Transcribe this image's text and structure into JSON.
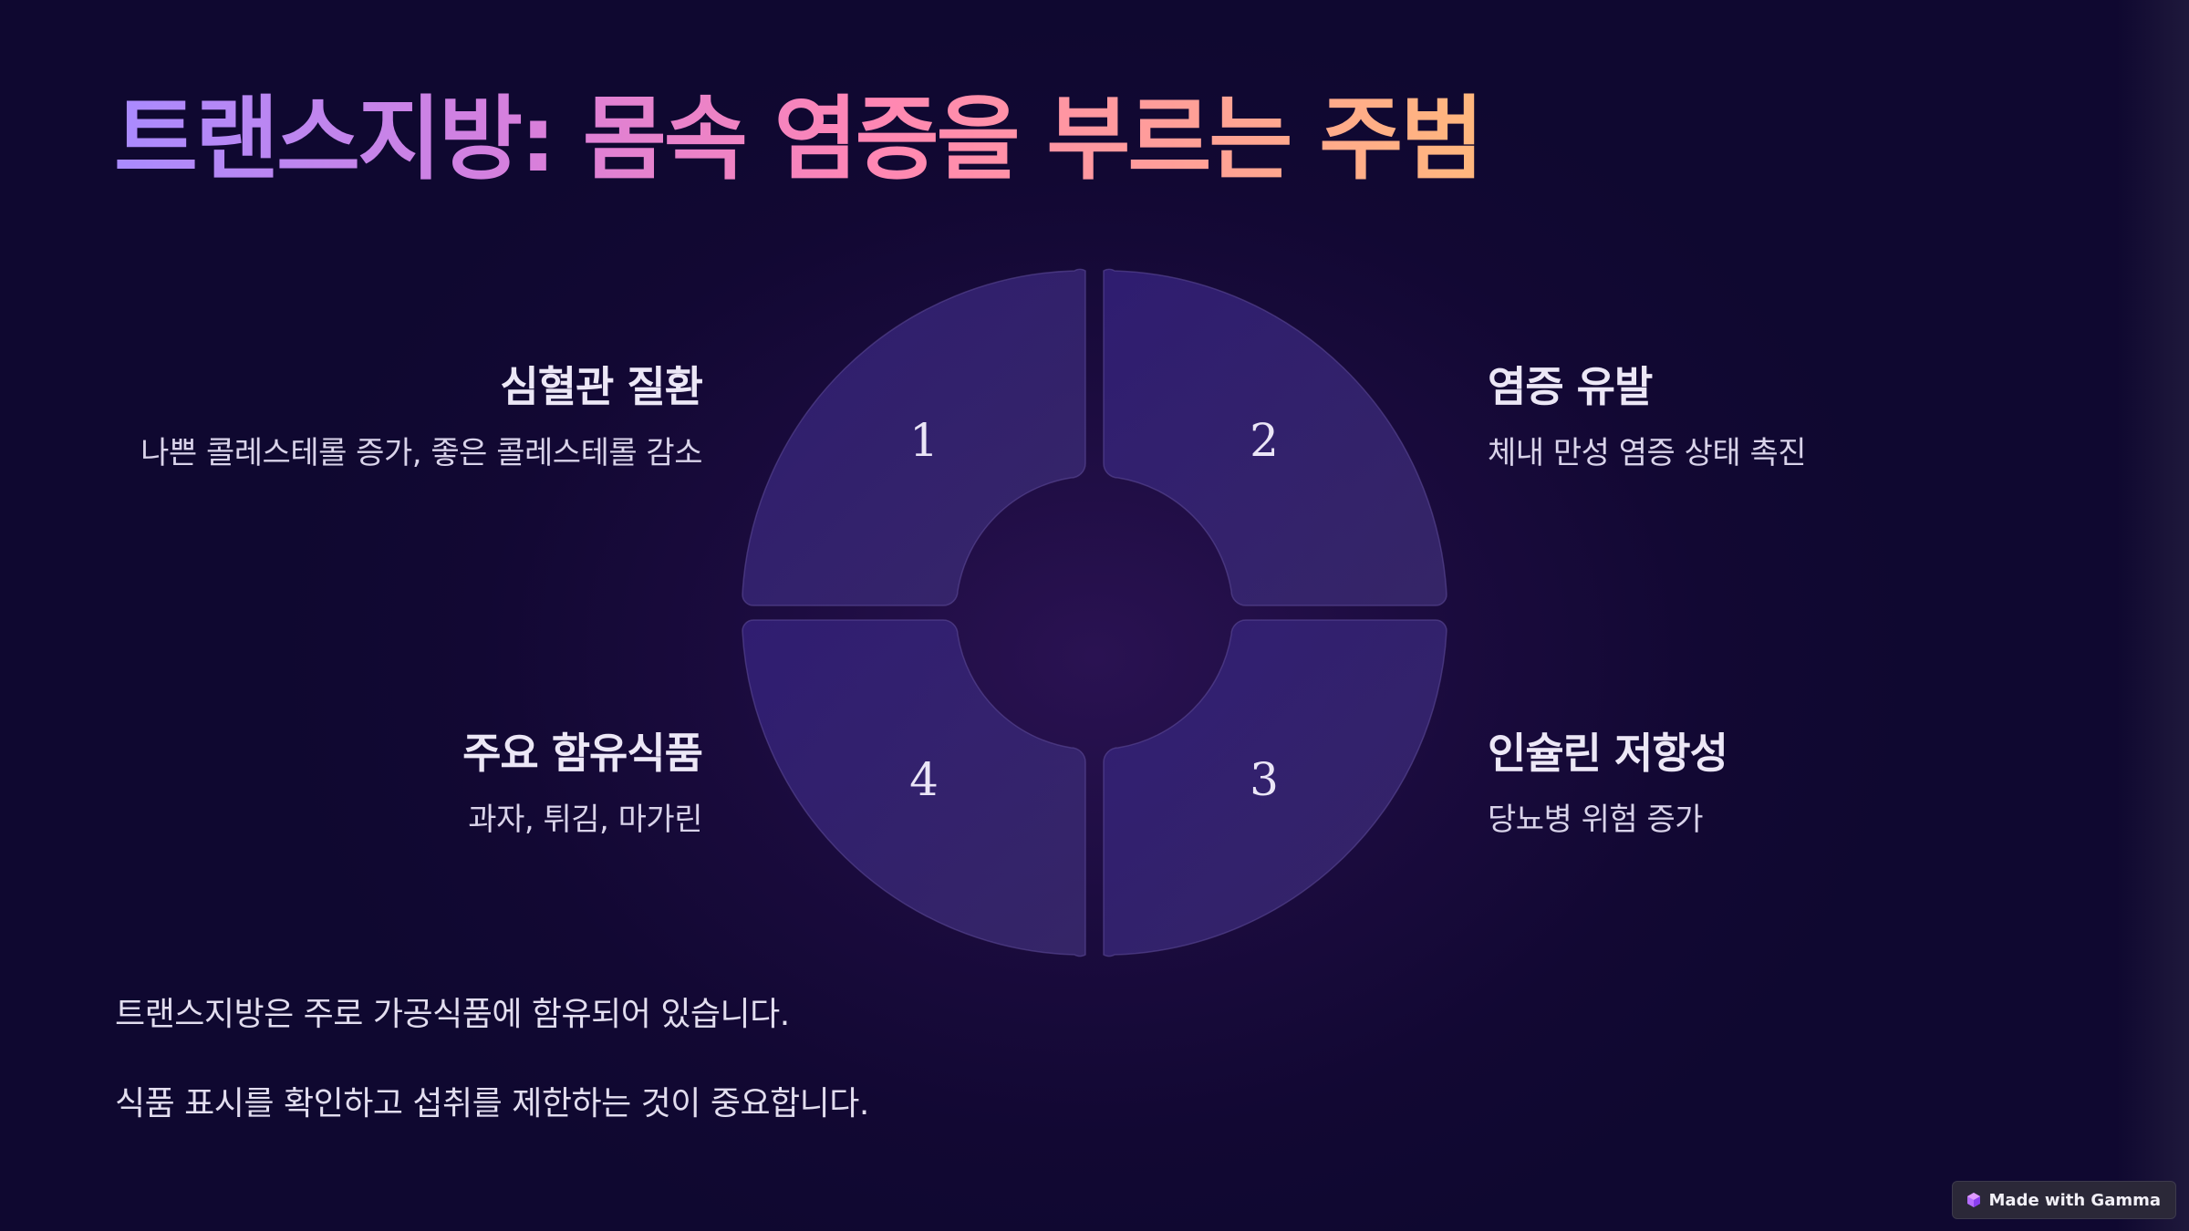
{
  "slide": {
    "title": "트랜스지방: 몸속 염증을 부르는 주범"
  },
  "diagram": {
    "segments": [
      {
        "number": "1",
        "title": "심혈관 질환",
        "description": "나쁜 콜레스테롤 증가, 좋은 콜레스테롤 감소"
      },
      {
        "number": "2",
        "title": "염증 유발",
        "description": "체내 만성 염증 상태 촉진"
      },
      {
        "number": "3",
        "title": "인슐린 저항성",
        "description": "당뇨병 위험 증가"
      },
      {
        "number": "4",
        "title": "주요 함유식품",
        "description": "과자, 튀김, 마가린"
      }
    ]
  },
  "notes": [
    "트랜스지방은 주로 가공식품에 함유되어 있습니다.",
    "식품 표시를 확인하고 섭취를 제한하는 것이 중요합니다."
  ],
  "badge": {
    "label": "Made with Gamma",
    "icon": "gamma-logo-icon"
  },
  "colors": {
    "background": "#140a36",
    "segment_fill": "#2f1f66",
    "title_gradient_start": "#a98bff",
    "title_gradient_end": "#ffb77d"
  }
}
